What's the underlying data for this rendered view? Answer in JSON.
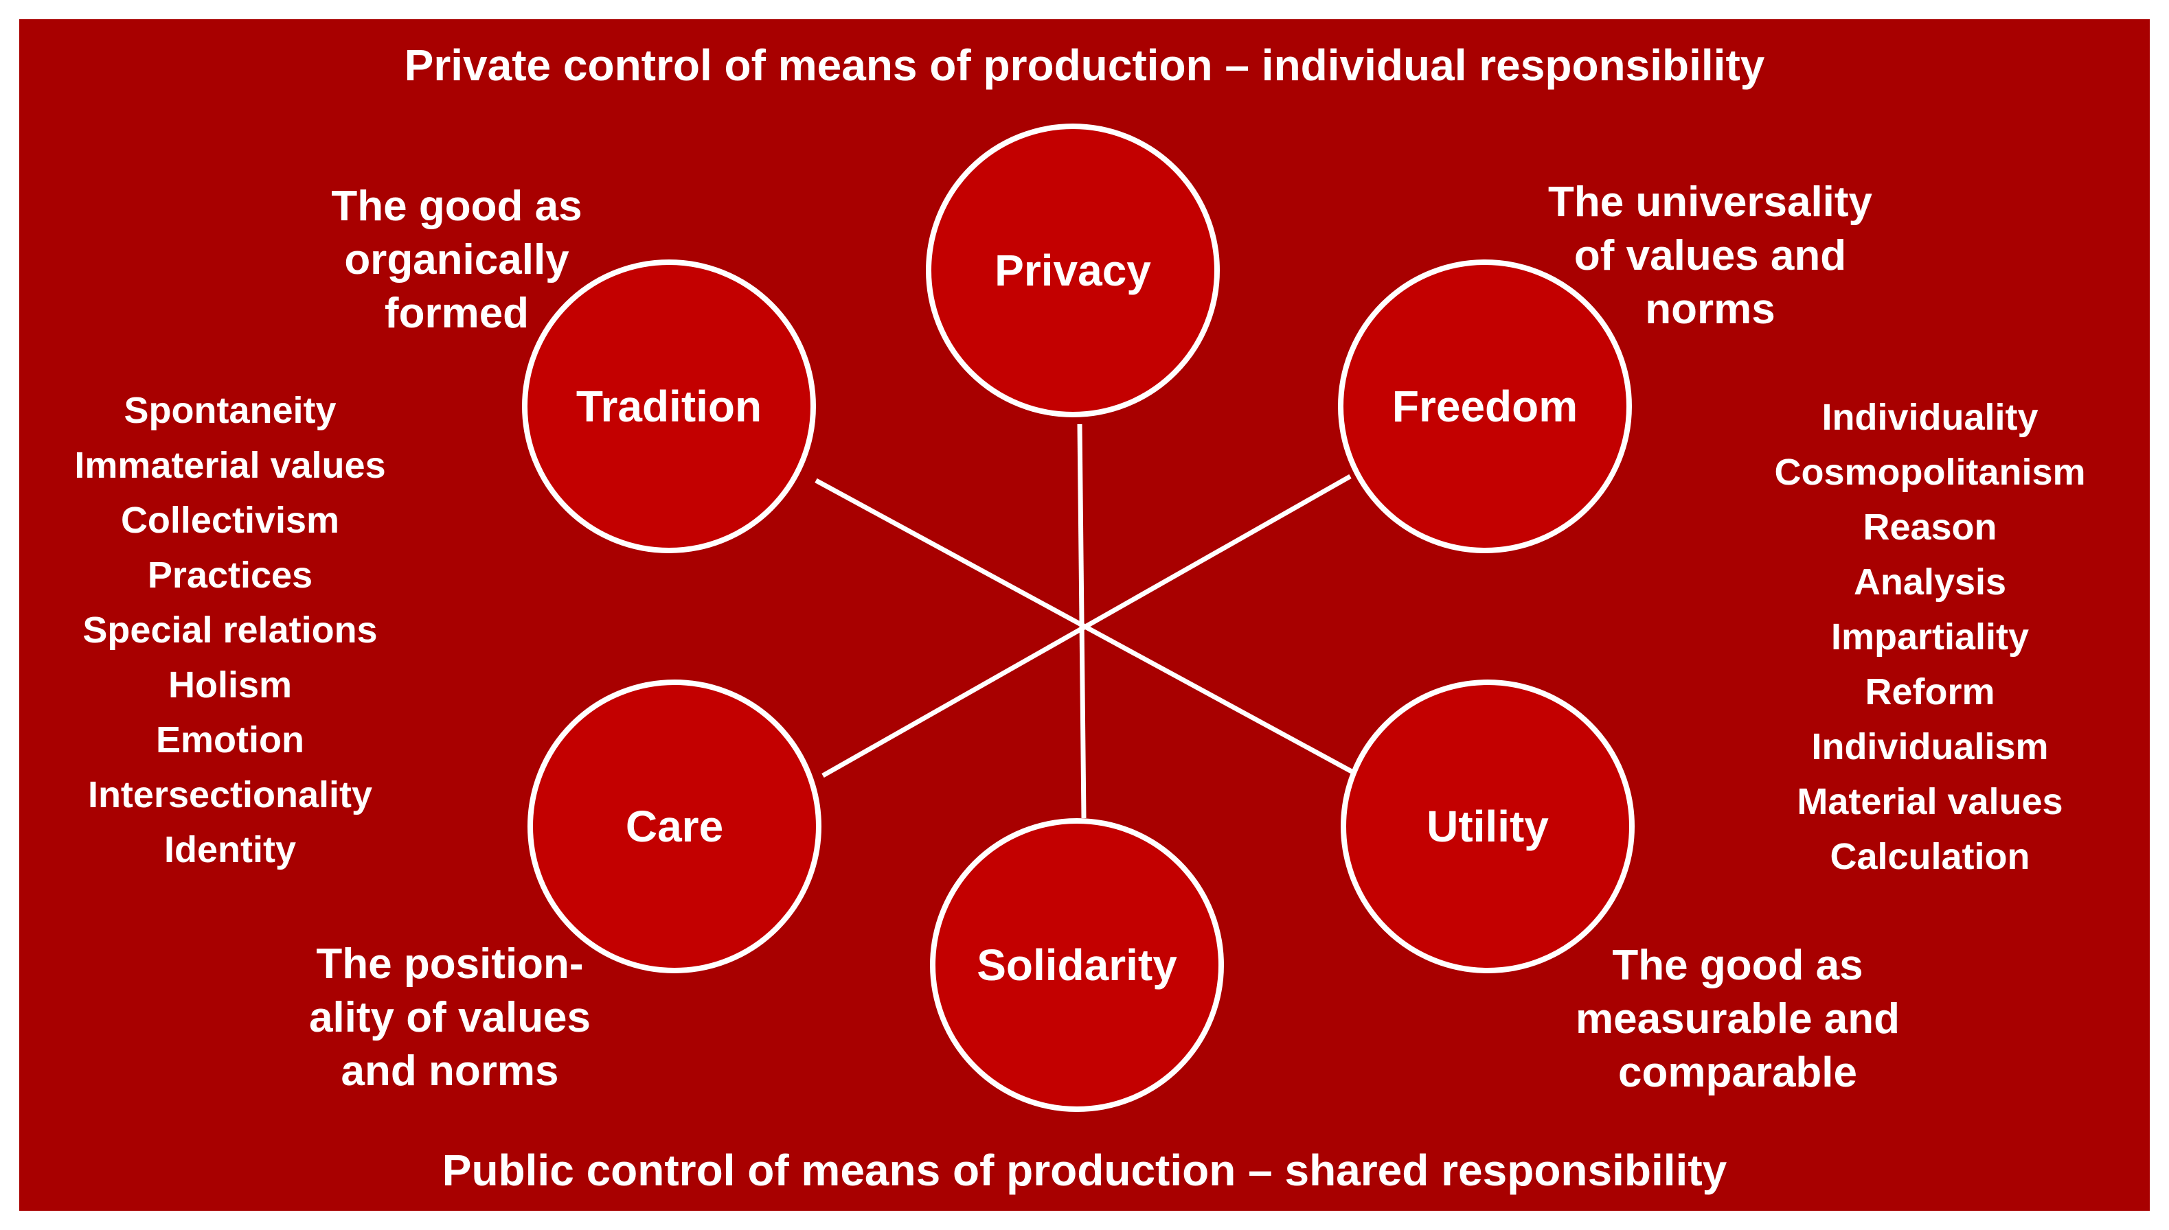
{
  "header": {
    "title": "Private control of means of production – individual responsibility"
  },
  "footer": {
    "title": "Public control of means of production – shared responsibility"
  },
  "nodes": {
    "privacy": "Privacy",
    "tradition": "Tradition",
    "freedom": "Freedom",
    "care": "Care",
    "utility": "Utility",
    "solidarity": "Solidarity"
  },
  "quotes": {
    "tradition": [
      "The good as",
      "organically",
      "formed"
    ],
    "freedom": [
      "The universality",
      "of values and",
      "norms"
    ],
    "care": [
      "The position-",
      "ality of values",
      "and norms"
    ],
    "utility": [
      "The good as",
      "measurable and",
      "comparable"
    ]
  },
  "lists": {
    "left": [
      "Spontaneity",
      "Immaterial values",
      "Collectivism",
      "Practices",
      "Special relations",
      "Holism",
      "Emotion",
      "Intersectionality",
      "Identity"
    ],
    "right": [
      "Individuality",
      "Cosmopolitanism",
      "Reason",
      "Analysis",
      "Impartiality",
      "Reform",
      "Individualism",
      "Material values",
      "Calculation"
    ]
  },
  "colors": {
    "background": "#a80000",
    "circle_fill": "#c30000",
    "stroke": "#ffffff"
  }
}
